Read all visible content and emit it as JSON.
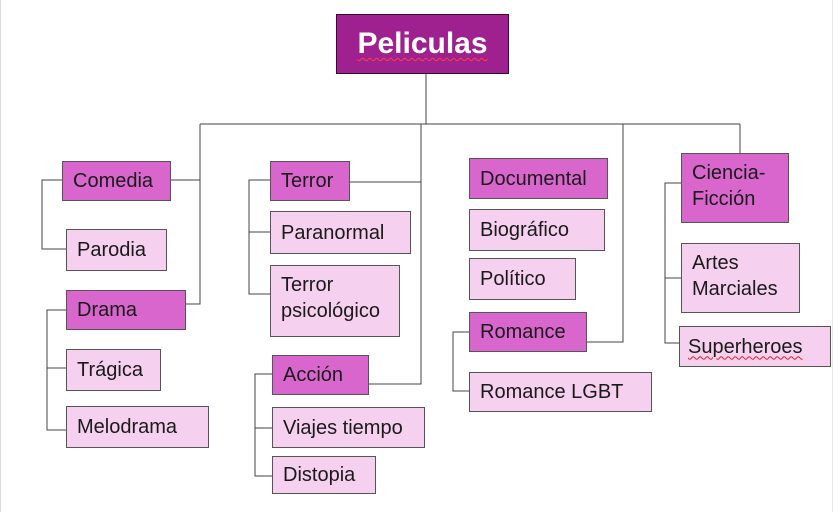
{
  "diagram": {
    "root": "Peliculas",
    "categories": [
      {
        "label": "Comedia",
        "children": [
          "Parodia"
        ]
      },
      {
        "label": "Drama",
        "children": [
          "Trágica",
          "Melodrama"
        ]
      },
      {
        "label": "Terror",
        "children": [
          "Paranormal",
          "Terror psicológico"
        ]
      },
      {
        "label": "Acción",
        "children": [
          "Viajes tiempo",
          "Distopia"
        ]
      },
      {
        "label": "Documental",
        "children": [
          "Biográfico",
          "Político"
        ]
      },
      {
        "label": "Romance",
        "children": [
          "Romance LGBT"
        ]
      },
      {
        "label": "Ciencia-Ficción",
        "children": [
          "Artes Marciales",
          "Superheroes"
        ]
      }
    ],
    "colors": {
      "root_fill": "#9e218f",
      "category_fill": "#d966cc",
      "subcategory_fill": "#f5d0ef",
      "connector": "#444444"
    }
  }
}
